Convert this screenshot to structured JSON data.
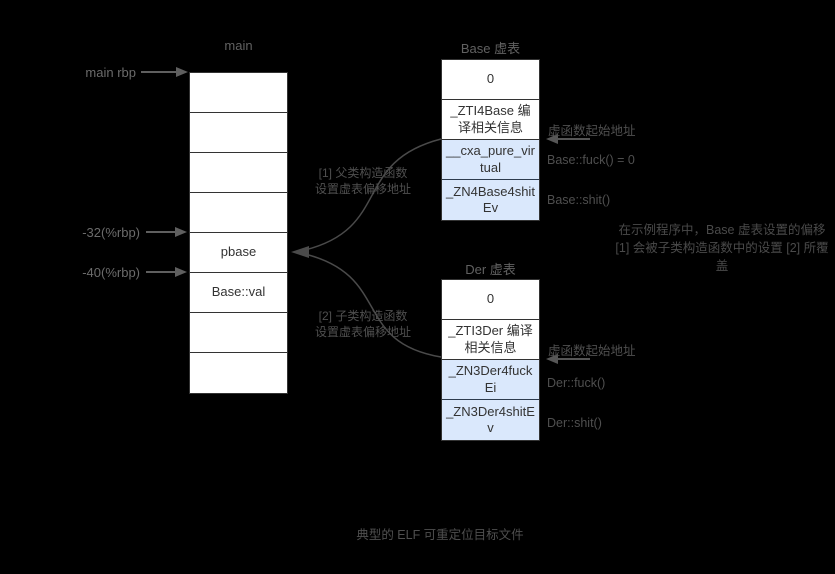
{
  "colors": {
    "background": "#000000",
    "box_fill": "#ffffff",
    "highlight_fill": "#dae8fc",
    "box_border": "#333333",
    "label_text": "#5a5a5a",
    "cell_text": "#333333"
  },
  "stack": {
    "title": "main",
    "cells": [
      "",
      "",
      "",
      "",
      "pbase",
      "Base::val",
      "",
      ""
    ],
    "pointers": {
      "rbp": "main rbp",
      "offset32": "-32(%rbp)",
      "offset40": "-40(%rbp)"
    }
  },
  "base_vtable": {
    "title": "Base 虚表",
    "rows": [
      {
        "text": "0",
        "highlight": false
      },
      {
        "text": "_ZTI4Base 编译相关信息",
        "highlight": false
      },
      {
        "text": "__cxa_pure_virtual",
        "highlight": true
      },
      {
        "text": "_ZN4Base4shitEv",
        "highlight": true
      }
    ],
    "start_label": "虚函数起始地址",
    "fn_labels": [
      "Base::fuck() = 0",
      "Base::shit()"
    ]
  },
  "der_vtable": {
    "title": "Der 虚表",
    "rows": [
      {
        "text": "0",
        "highlight": false
      },
      {
        "text": "_ZTI3Der 编译相关信息",
        "highlight": false
      },
      {
        "text": "_ZN3Der4fuckEi",
        "highlight": true
      },
      {
        "text": "_ZN3Der4shitEv",
        "highlight": true
      }
    ],
    "start_label": "虚函数起始地址",
    "fn_labels": [
      "Der::fuck()",
      "Der::shit()"
    ]
  },
  "edges": {
    "edge1": {
      "line1": "[1] 父类构造函数",
      "line2": "设置虚表偏移地址"
    },
    "edge2": {
      "line1": "[2] 子类构造函数",
      "line2": "设置虚表偏移地址"
    }
  },
  "note": "在示例程序中，Base 虚表设置的偏移[1] 会被子类构造函数中的设置 [2] 所覆盖",
  "caption": "典型的 ELF 可重定位目标文件"
}
